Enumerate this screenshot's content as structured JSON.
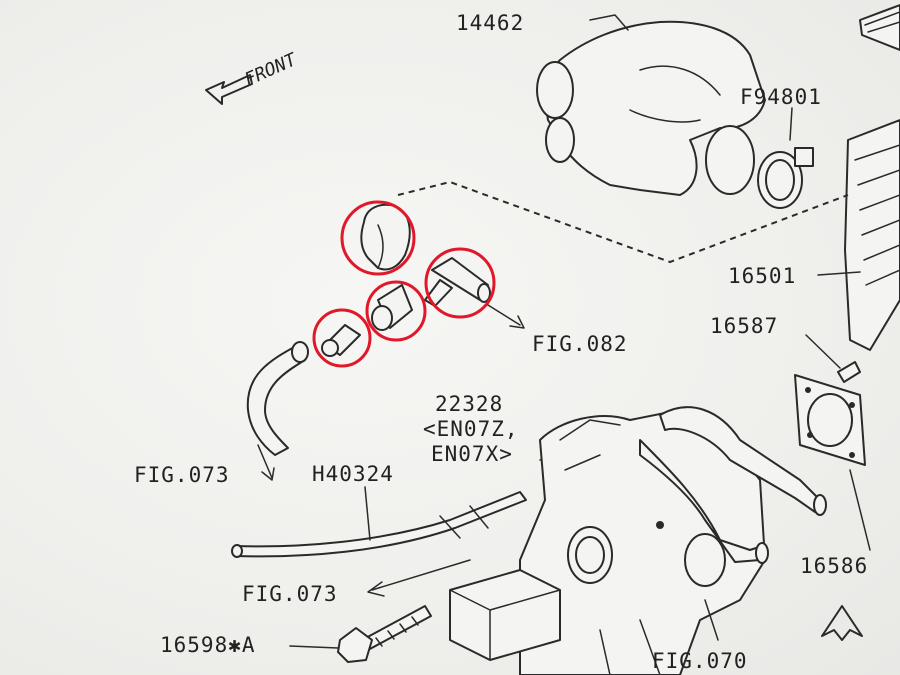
{
  "labels": {
    "front": "FRONT",
    "p14462": "14462",
    "pF94801": "F94801",
    "p16501": "16501",
    "p16587": "16587",
    "fig082": "FIG.082",
    "p22328": "22328",
    "en07z": "<EN07Z,",
    "en07x": "EN07X>",
    "fig073a": "FIG.073",
    "h40324": "H40324",
    "fig073b": "FIG.073",
    "p16598a": "16598✱A",
    "fig070": "FIG.070",
    "p16586": "16586"
  },
  "highlight_color": "#e0182a"
}
